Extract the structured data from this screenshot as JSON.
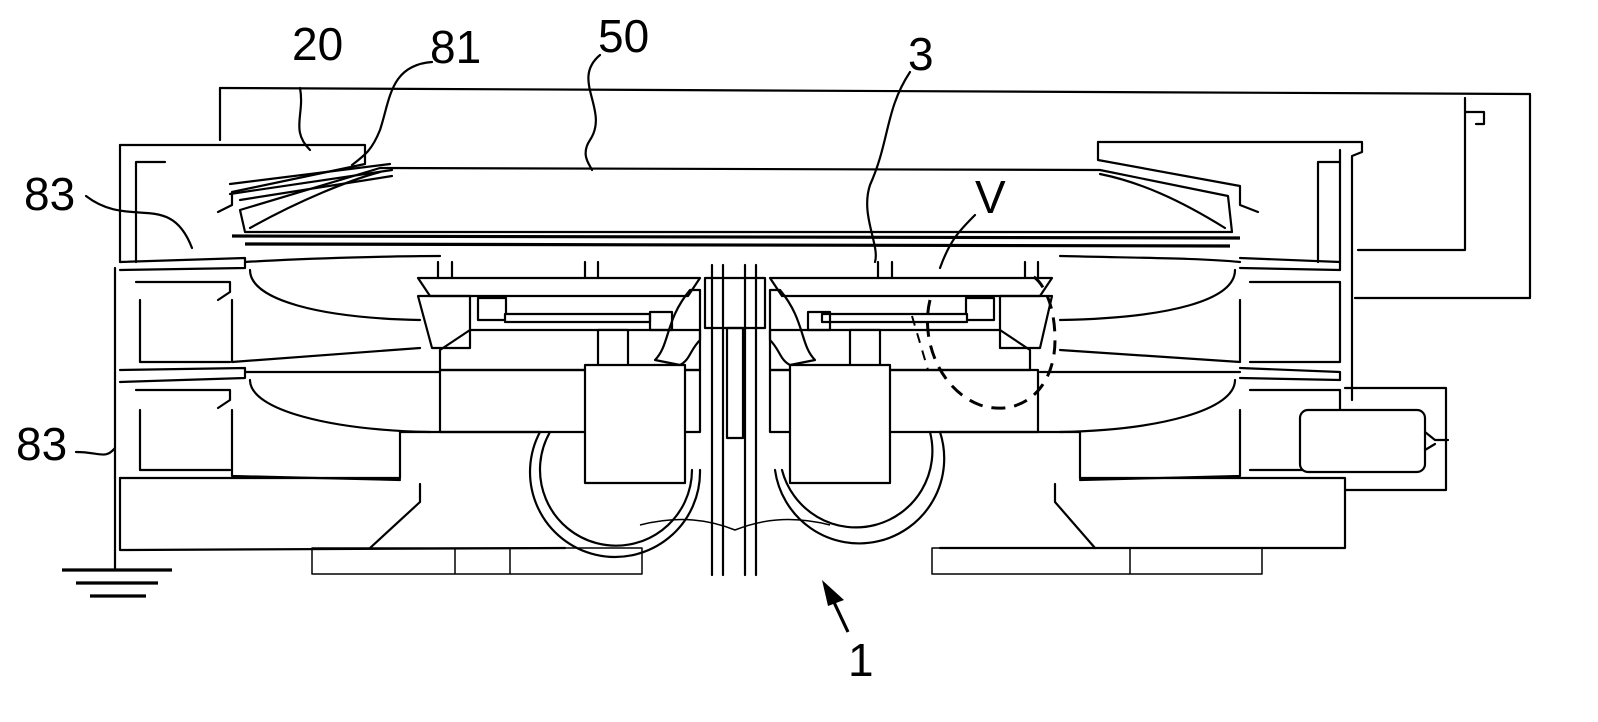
{
  "figure": {
    "reference_labels": {
      "housing": "20",
      "seal_ring": "81",
      "cover": "50",
      "element_3": "3",
      "region_v": "V",
      "ground_line_upper": "83",
      "ground_line_lower": "83",
      "assembly": "1"
    }
  },
  "colors": {
    "line": "#000000",
    "background": "#ffffff",
    "hatch": "#000000"
  }
}
